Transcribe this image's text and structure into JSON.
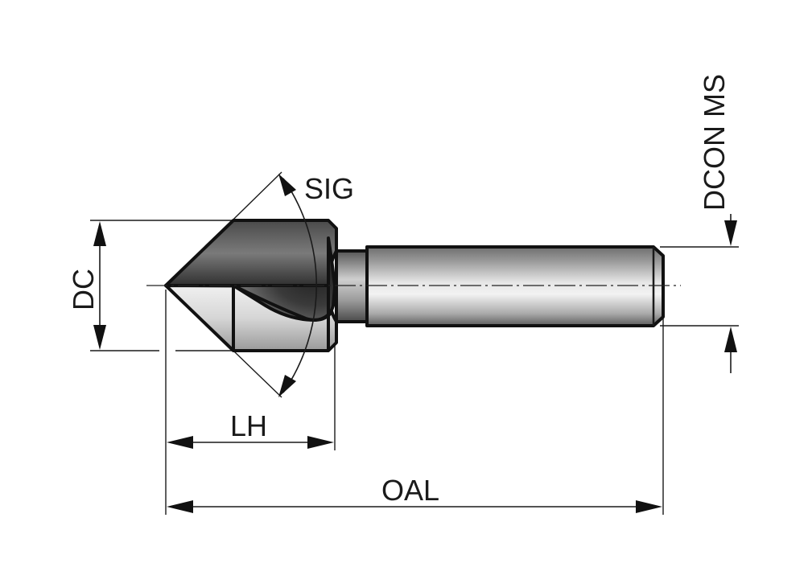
{
  "labels": {
    "sig": "SIG",
    "dc": "DC",
    "lh": "LH",
    "oal": "OAL",
    "dcon_ms": "DCON MS"
  }
}
